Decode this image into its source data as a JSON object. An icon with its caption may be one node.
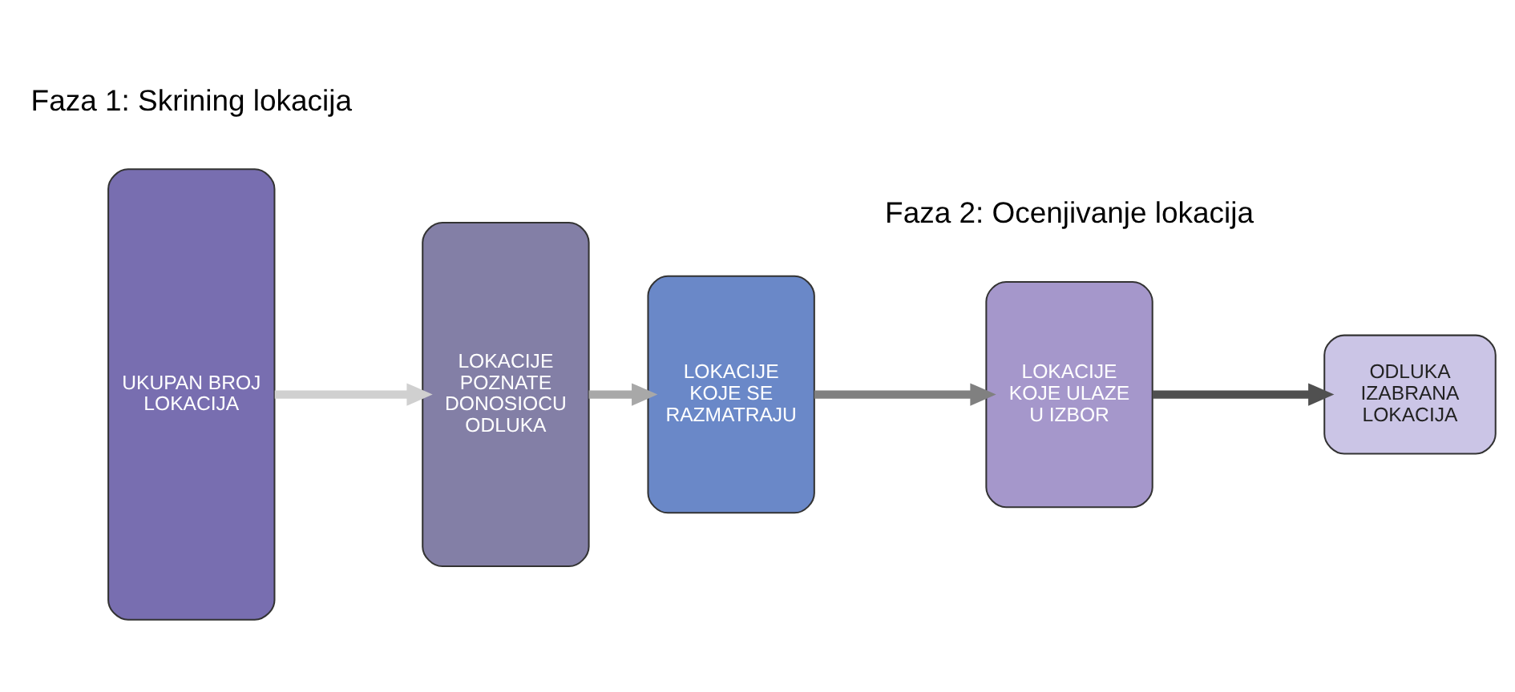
{
  "diagram": {
    "nodes": [
      {
        "text": [
          "UKUPAN BROJ LOKACIJA"
        ]
      },
      {
        "text": [
          "LOKACIJE POZNATE DONOSIOCU ODLUKA"
        ]
      },
      {
        "text": [
          "LOKACIJE KOJE SE RAZMATRAJU"
        ]
      },
      {
        "text": [
          "LOKACIJE KOJE ULAZE U IZBOR"
        ]
      },
      {
        "text": [
          "ODLUKA IZABRANA LOKACIJA"
        ]
      }
    ],
    "edges": [
      {
        "from": 0,
        "to": 1,
        "arrow": "to",
        "color": "#d0d0d0"
      },
      {
        "from": 1,
        "to": 2,
        "arrow": "to",
        "color": "#a8a8a8"
      },
      {
        "from": 2,
        "to": 3,
        "arrow": "to",
        "color": "#808080"
      },
      {
        "from": 3,
        "to": 4,
        "arrow": "to",
        "color": "#505050"
      }
    ],
    "labels": [
      "Faza 1: Skrining lokacija",
      "Faza 2: Ocenjivanje lokacija"
    ]
  }
}
